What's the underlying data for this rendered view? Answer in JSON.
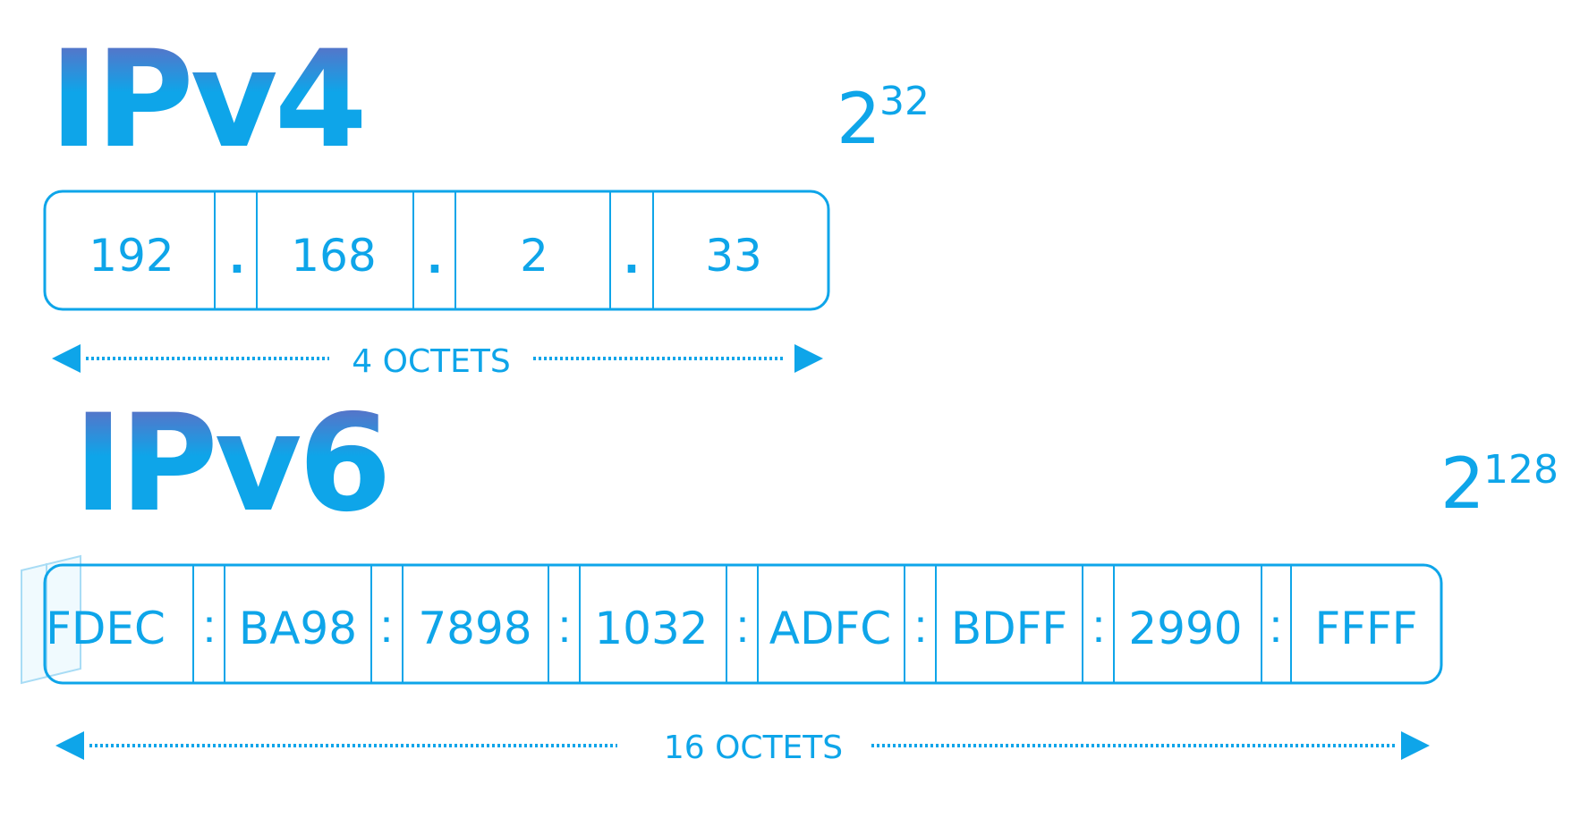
{
  "colors": {
    "accent": "#0ea5e9",
    "title_gradient_top": "#7b5bb8",
    "title_gradient_bottom": "#0ea5e9"
  },
  "ipv4": {
    "title": "IPv4",
    "power_base": "2",
    "power_exponent": "32",
    "segments": [
      "192",
      "168",
      "2",
      "33"
    ],
    "separator": ".",
    "length_label": "4 OCTETS"
  },
  "ipv6": {
    "title": "IPv6",
    "power_base": "2",
    "power_exponent": "128",
    "segments": [
      "FDEC",
      "BA98",
      "7898",
      "1032",
      "ADFC",
      "BDFF",
      "2990",
      "FFFF"
    ],
    "separator": ":",
    "length_label": "16 OCTETS"
  }
}
